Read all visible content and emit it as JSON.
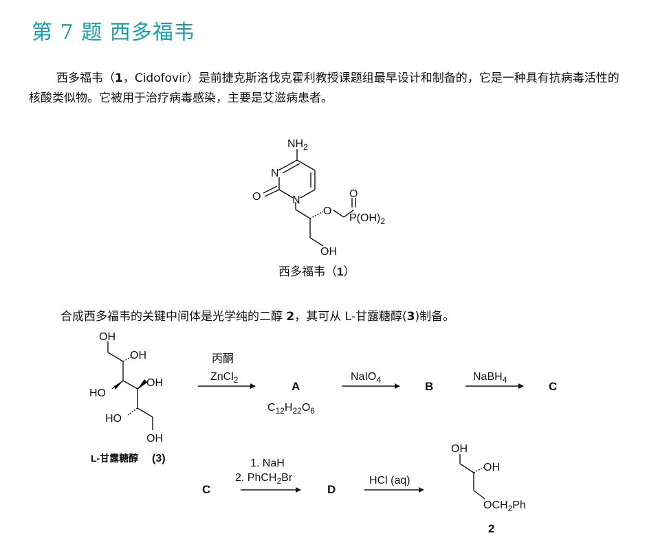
{
  "title": "第 7 题  西多福韦",
  "intro": {
    "part1": "西多福韦（",
    "num": "1",
    "part2": "，Cidofovir）是前捷克斯洛伐克霍利教授课题组最早设计和制备的，它是一种具有抗病毒活性的核酸类似物。它被用于治疗病毒感染，主要是艾滋病患者。"
  },
  "cidofovir_caption": {
    "name": "西多福韦（",
    "num": "1",
    "close": "）"
  },
  "synthesis_intro": {
    "part1": "合成西多福韦的关键中间体是光学纯的二醇 ",
    "num2": "2",
    "part2": "，其可从 L-甘露糖醇(",
    "num3": "3",
    "part3": ")制备。"
  },
  "structure_labels": {
    "nh2": "NH",
    "two": "2",
    "n": "N",
    "o": "O",
    "p_oh": "P(OH)",
    "oh": "OH",
    "ho": "HO",
    "ph": "Ph",
    "och2": "OCH",
    "l_mannitol": "L-甘露糖醇",
    "compound3": "(3)"
  },
  "scheme": {
    "step1_reagent": "丙酮",
    "step1_zn": "ZnCl",
    "step1_sub": "2",
    "compound_a": "A",
    "formula_c": "C",
    "formula_12": "12",
    "formula_h": "H",
    "formula_22": "22",
    "formula_o": "O",
    "formula_6": "6",
    "step2_reagent": "NaIO",
    "step2_sub": "4",
    "compound_b": "B",
    "step3_reagent": "NaBH",
    "step3_sub": "4",
    "compound_c": "C",
    "step4_line1": "1. NaH",
    "step4_line2a": "2. PhCH",
    "step4_line2b": "2",
    "step4_line2c": "Br",
    "compound_d": "D",
    "step5_reagent": "HCl (aq)",
    "compound_2": "2"
  }
}
